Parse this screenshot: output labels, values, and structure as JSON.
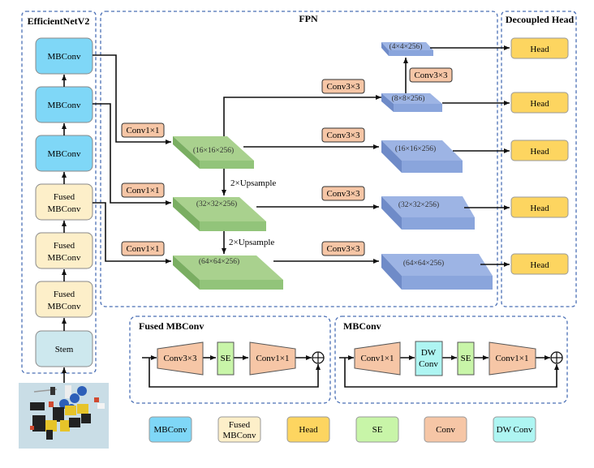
{
  "panels": {
    "backbone": "EfficientNetV2",
    "fpn": "FPN",
    "head": "Decoupled Head",
    "fused_detail": "Fused MBConv",
    "mb_detail": "MBConv"
  },
  "backbone_blocks": [
    {
      "line1": "MBConv",
      "line2": "",
      "type": "mbconv"
    },
    {
      "line1": "MBConv",
      "line2": "",
      "type": "mbconv"
    },
    {
      "line1": "MBConv",
      "line2": "",
      "type": "mbconv"
    },
    {
      "line1": "Fused",
      "line2": "MBConv",
      "type": "fused"
    },
    {
      "line1": "Fused",
      "line2": "MBConv",
      "type": "fused"
    },
    {
      "line1": "Fused",
      "line2": "MBConv",
      "type": "fused"
    },
    {
      "line1": "Stem",
      "line2": "",
      "type": "stem"
    }
  ],
  "fpn": {
    "lateral_conv": "Conv1×1",
    "upsample": "2×Upsample",
    "green_maps": [
      "(16×16×256)",
      "(32×32×256)",
      "(64×64×256)"
    ],
    "pan_conv": "Conv3×3",
    "blue_maps": [
      "(4×4×256)",
      "(8×8×256)",
      "(16×16×256)",
      "(32×32×256)",
      "(64×64×256)"
    ]
  },
  "heads": [
    "Head",
    "Head",
    "Head",
    "Head",
    "Head"
  ],
  "fused_detail": {
    "ops": [
      "Conv3×3",
      "SE",
      "Conv1×1"
    ],
    "sum_symbol": "⊕"
  },
  "mb_detail": {
    "ops": [
      "Conv1×1",
      "DW",
      "Conv",
      "SE",
      "Conv1×1"
    ],
    "sum_symbol": "⊕"
  },
  "legend": [
    {
      "line1": "MBConv",
      "line2": "",
      "color": "#7fd7f7"
    },
    {
      "line1": "Fused",
      "line2": "MBConv",
      "color": "#fdefc9"
    },
    {
      "line1": "Head",
      "line2": "",
      "color": "#fdd560"
    },
    {
      "line1": "SE",
      "line2": "",
      "color": "#c8f5a8"
    },
    {
      "line1": "Conv",
      "line2": "",
      "color": "#f6c6a6"
    },
    {
      "line1": "DW Conv",
      "line2": "",
      "color": "#aef5f2"
    }
  ],
  "colors": {
    "mbconv": "#7fd7f7",
    "fused": "#fdefc9",
    "stem": "#cde8ee",
    "head": "#fdd560",
    "se": "#c8f5a8",
    "conv": "#f6c6a6",
    "dwconv": "#aef5f2",
    "green_top": "#a9d18e",
    "green_front": "#92c47a",
    "green_side": "#7aae62",
    "blue_top": "#9db4e4",
    "blue_front": "#8aa5dc",
    "blue_side": "#6f8bc8",
    "dashed": "#4a6fb5"
  }
}
